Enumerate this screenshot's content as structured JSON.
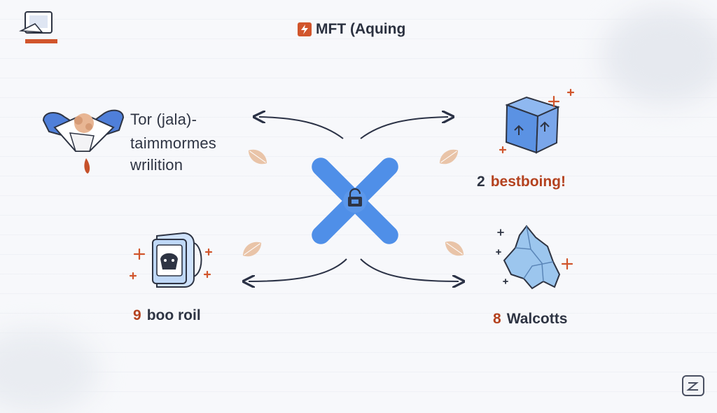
{
  "title": {
    "text": "MFT (Aquing",
    "icon": "lightning-bolt-icon"
  },
  "top_left": {
    "icon": "hands-offering-icon",
    "lines": [
      "Tor (jala)-",
      "taimmormes",
      "wrilition"
    ]
  },
  "top_right": {
    "icon": "blue-cube-icon",
    "number": "2",
    "text": "bestboing!"
  },
  "bottom_left": {
    "icon": "tablet-device-icon",
    "number": "9",
    "text": "boo roil"
  },
  "bottom_right": {
    "icon": "crystal-rock-icon",
    "number": "8",
    "text": "Walcotts"
  },
  "center": {
    "icon": "blue-x-lock-icon"
  },
  "colors": {
    "accent_orange": "#d1552c",
    "label_orange": "#b4421f",
    "blue": "#4f8fe8",
    "ink": "#2e3443",
    "leaf": "#e9c4a8"
  }
}
